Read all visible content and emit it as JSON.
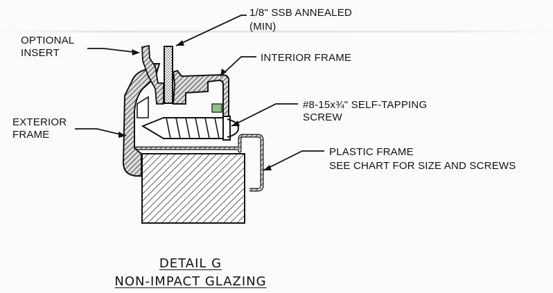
{
  "labels": {
    "glass": "1/8\" SSB ANNEALED",
    "glass_note": "(MIN)",
    "optional_insert_line1": "OPTIONAL",
    "optional_insert_line2": "INSERT",
    "interior_frame": "INTERIOR FRAME",
    "screw_line1": "#8-15x¾\" SELF-TAPPING",
    "screw_line2": "SCREW",
    "exterior_frame_line1": "EXTERIOR",
    "exterior_frame_line2": "FRAME",
    "plastic_frame_line1": "PLASTIC FRAME",
    "plastic_frame_line2": "SEE CHART FOR SIZE AND SCREWS"
  },
  "title": {
    "line1": "DETAIL G",
    "line2": "NON-IMPACT GLAZING"
  }
}
